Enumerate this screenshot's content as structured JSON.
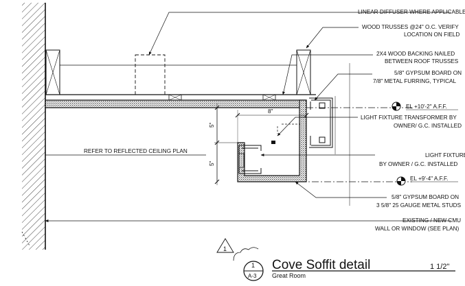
{
  "notes": {
    "linear_diffuser": "LINEAR DIFFUSER WHERE APPLICABLE",
    "trusses_1": "WOOD TRUSSES @24\" O.C. VERIFY",
    "trusses_2": "LOCATION ON FIELD",
    "backing_1": "2X4 WOOD BACKING NAILED",
    "backing_2": "BETWEEN ROOF TRUSSES",
    "gypsum_top_1": "5/8\" GYPSUM BOARD ON",
    "gypsum_top_2": "7/8\" METAL FURRING, TYPICAL",
    "transformer_1": "LIGHT FIXTURE TRANSFORMER BY",
    "transformer_2": "OWNER/ G.C. INSTALLED",
    "rcp": "REFER TO REFLECTED CEILING PLAN",
    "fixture_1": "LIGHT FIXTURE",
    "fixture_2": "BY OWNER / G.C. INSTALLED",
    "gypsum_bottom_1": "5/8\" GYPSUM BOARD ON",
    "gypsum_bottom_2": "3 5/8\" 25 GAUGE METAL STUDS",
    "cmu_1": "EXISTING / NEW CMU",
    "cmu_2": "WALL OR WINDOW (SEE PLAN)"
  },
  "elevations": {
    "upper": "EL +10'-2\" A.F.F.",
    "lower": "EL +9'-4\" A.F.F."
  },
  "dimensions": {
    "width": "8\"",
    "upper_drop": "5\"",
    "lower_drop": "5\""
  },
  "title_block": {
    "revision": "1",
    "detail_number": "1",
    "sheet": "A-3",
    "title": "Cove Soffit detail",
    "subtitle": "Great Room",
    "scale": "1 1/2\""
  }
}
